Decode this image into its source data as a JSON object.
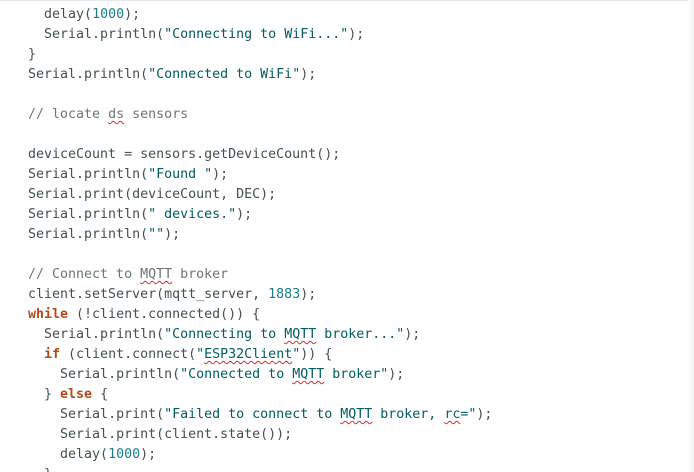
{
  "editor": {
    "lines": [
      {
        "indent": "  ",
        "tokens": [
          {
            "t": "id",
            "v": "delay("
          },
          {
            "t": "num",
            "v": "1000"
          },
          {
            "t": "id",
            "v": ");"
          }
        ]
      },
      {
        "indent": "  ",
        "tokens": [
          {
            "t": "id",
            "v": "Serial.println("
          },
          {
            "t": "str",
            "v": "\"Connecting to WiFi...\""
          },
          {
            "t": "id",
            "v": ");"
          }
        ]
      },
      {
        "indent": "",
        "tokens": [
          {
            "t": "id",
            "v": "}"
          }
        ]
      },
      {
        "indent": "",
        "tokens": [
          {
            "t": "id",
            "v": "Serial.println("
          },
          {
            "t": "str",
            "v": "\"Connected to WiFi\""
          },
          {
            "t": "id",
            "v": ");"
          }
        ]
      },
      {
        "indent": "",
        "tokens": []
      },
      {
        "indent": "",
        "tokens": [
          {
            "t": "cmt",
            "v": "// locate "
          },
          {
            "t": "cmt",
            "v": "ds",
            "spell": true
          },
          {
            "t": "cmt",
            "v": " sensors"
          }
        ]
      },
      {
        "indent": "",
        "tokens": []
      },
      {
        "indent": "",
        "tokens": [
          {
            "t": "id",
            "v": "deviceCount = sensors.getDeviceCount();"
          }
        ]
      },
      {
        "indent": "",
        "tokens": [
          {
            "t": "id",
            "v": "Serial.println("
          },
          {
            "t": "str",
            "v": "\"Found \""
          },
          {
            "t": "id",
            "v": ");"
          }
        ]
      },
      {
        "indent": "",
        "tokens": [
          {
            "t": "id",
            "v": "Serial.print(deviceCount, DEC);"
          }
        ]
      },
      {
        "indent": "",
        "tokens": [
          {
            "t": "id",
            "v": "Serial.println("
          },
          {
            "t": "str",
            "v": "\" devices.\""
          },
          {
            "t": "id",
            "v": ");"
          }
        ]
      },
      {
        "indent": "",
        "tokens": [
          {
            "t": "id",
            "v": "Serial.println("
          },
          {
            "t": "str",
            "v": "\"\""
          },
          {
            "t": "id",
            "v": ");"
          }
        ]
      },
      {
        "indent": "",
        "tokens": []
      },
      {
        "indent": "",
        "tokens": [
          {
            "t": "cmt",
            "v": "// Connect to "
          },
          {
            "t": "cmt",
            "v": "MQTT",
            "spell": true
          },
          {
            "t": "cmt",
            "v": " broker"
          }
        ]
      },
      {
        "indent": "",
        "tokens": [
          {
            "t": "id",
            "v": "client.setServer(mqtt_server, "
          },
          {
            "t": "num",
            "v": "1883"
          },
          {
            "t": "id",
            "v": ");"
          }
        ]
      },
      {
        "indent": "",
        "tokens": [
          {
            "t": "kw",
            "v": "while"
          },
          {
            "t": "id",
            "v": " (!client.connected()) {"
          }
        ]
      },
      {
        "indent": "  ",
        "tokens": [
          {
            "t": "id",
            "v": "Serial.println("
          },
          {
            "t": "str",
            "v": "\"Connecting to "
          },
          {
            "t": "str",
            "v": "MQTT",
            "spell": true
          },
          {
            "t": "str",
            "v": " broker...\""
          },
          {
            "t": "id",
            "v": ");"
          }
        ]
      },
      {
        "indent": "  ",
        "tokens": [
          {
            "t": "kw",
            "v": "if"
          },
          {
            "t": "id",
            "v": " (client.connect("
          },
          {
            "t": "str",
            "v": "\""
          },
          {
            "t": "str",
            "v": "ESP32Client",
            "spell": true
          },
          {
            "t": "str",
            "v": "\""
          },
          {
            "t": "id",
            "v": ")) {"
          }
        ]
      },
      {
        "indent": "    ",
        "tokens": [
          {
            "t": "id",
            "v": "Serial.println("
          },
          {
            "t": "str",
            "v": "\"Connected to "
          },
          {
            "t": "str",
            "v": "MQTT",
            "spell": true
          },
          {
            "t": "str",
            "v": " broker\""
          },
          {
            "t": "id",
            "v": ");"
          }
        ]
      },
      {
        "indent": "  ",
        "tokens": [
          {
            "t": "id",
            "v": "} "
          },
          {
            "t": "kw",
            "v": "else"
          },
          {
            "t": "id",
            "v": " {"
          }
        ]
      },
      {
        "indent": "    ",
        "tokens": [
          {
            "t": "id",
            "v": "Serial.print("
          },
          {
            "t": "str",
            "v": "\"Failed to connect to "
          },
          {
            "t": "str",
            "v": "MQTT",
            "spell": true
          },
          {
            "t": "str",
            "v": " broker, "
          },
          {
            "t": "str",
            "v": "rc",
            "spell": true
          },
          {
            "t": "str",
            "v": "=\""
          },
          {
            "t": "id",
            "v": ");"
          }
        ]
      },
      {
        "indent": "    ",
        "tokens": [
          {
            "t": "id",
            "v": "Serial.print(client.state());"
          }
        ]
      },
      {
        "indent": "    ",
        "tokens": [
          {
            "t": "id",
            "v": "delay("
          },
          {
            "t": "num",
            "v": "1000"
          },
          {
            "t": "id",
            "v": ");"
          }
        ]
      },
      {
        "indent": "  ",
        "tokens": [
          {
            "t": "id",
            "v": "}"
          }
        ]
      }
    ]
  },
  "colors": {
    "identifier": "#434f54",
    "string": "#005c5f",
    "number": "#1a7a8a",
    "keyword": "#b04c1a",
    "comment": "#6b7578",
    "spellcheck_underline": "#d32f2f"
  }
}
